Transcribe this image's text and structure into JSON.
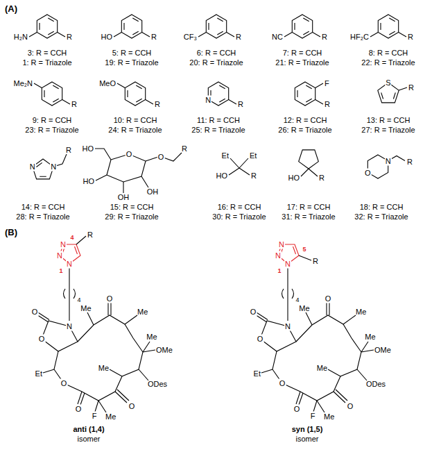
{
  "diagram": {
    "labels": [
      "(A)",
      "H₂N",
      "R",
      "3: R = CCH",
      "1: R = Triazole",
      "HO",
      "R",
      "5: R = CCH",
      "19: R = Triazole",
      "CF₃",
      "R",
      "6: R = CCH",
      "20: R = Triazole",
      "NC",
      "R",
      "7: R = CCH",
      "21: R = Triazole",
      "HF₂C",
      "R",
      "8: R = CCH",
      "22: R = Triazole",
      "Me₂N",
      "R",
      "9: R = CCH",
      "23: R = Triazole",
      "MeO",
      "R",
      "10: R = CCH",
      "24: R = Triazole",
      "N",
      "R",
      "11: R = CCH",
      "25: R = Triazole",
      "F",
      "R",
      "12: R = CCH",
      "26: R = Triazole",
      "S",
      "R",
      "13: R = CCH",
      "27: R = Triazole",
      "N",
      "N",
      "R",
      "14: R = CCH",
      "28: R = Triazole",
      "HO",
      "O",
      "O",
      "HO",
      "OH",
      "OH",
      "R",
      "15: R = CCH",
      "29: R = Triazole",
      "Et",
      "Et",
      "HO",
      "R",
      "16: R = CCH",
      "30: R = Triazole",
      "HO",
      "R",
      "17: R = CCH",
      "31: R = Triazole",
      "O",
      "N",
      "R",
      "18: R = CCH",
      "32: R = Triazole",
      "(B)",
      "N",
      "N",
      "N",
      "4",
      "1",
      "R",
      "4",
      "Me",
      "O",
      "Me",
      "N",
      "O",
      "O",
      "Me",
      "OMe",
      "Et",
      "O",
      "Me",
      "ODes",
      "O",
      "O",
      "F",
      "Me",
      "anti (1,4)",
      "isomer",
      "N",
      "N",
      "N",
      "5",
      "1",
      "R",
      "4",
      "Me",
      "O",
      "Me",
      "N",
      "O",
      "O",
      "Me",
      "OMe",
      "Et",
      "O",
      "Me",
      "ODes",
      "O",
      "O",
      "F",
      "Me",
      "syn (1,5)",
      "isomer"
    ]
  }
}
